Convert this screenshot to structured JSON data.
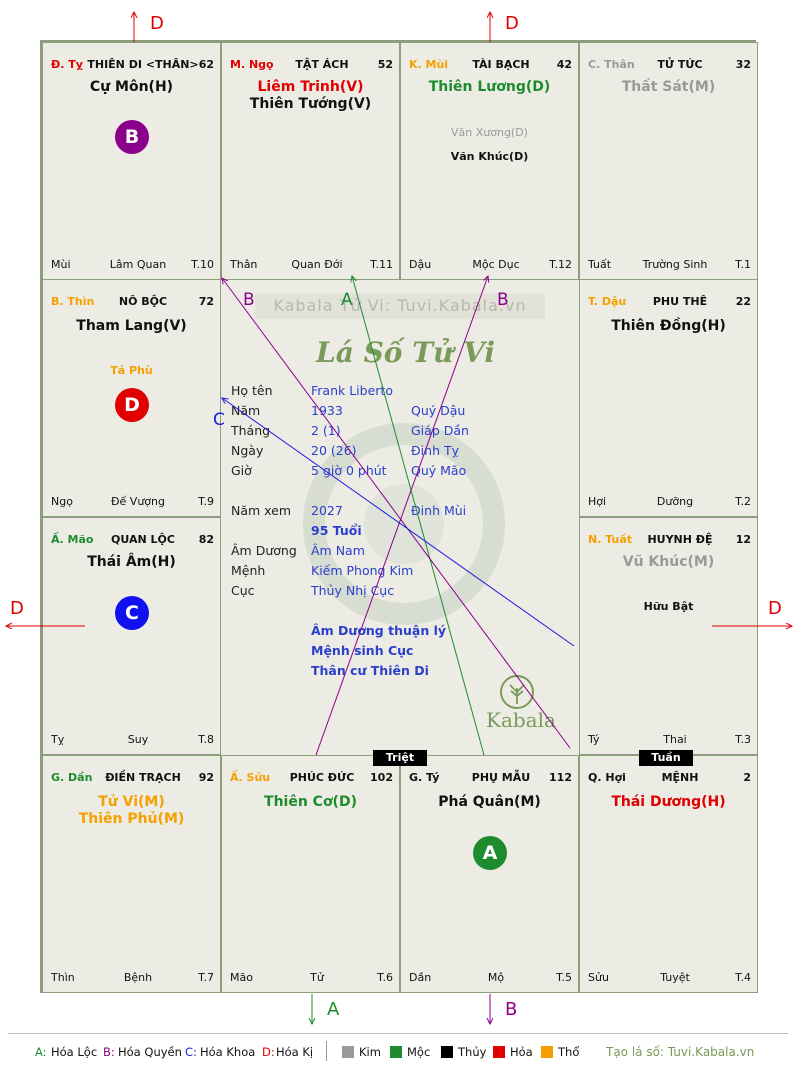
{
  "colors": {
    "kim": "#999999",
    "moc": "#1e8c2e",
    "thuy": "#000000",
    "hoa": "#e00000",
    "tho": "#f5a000",
    "hoa_loc": "#1e8c2e",
    "hoa_quyen": "#8b008b",
    "hoa_khoa": "#2020e0",
    "hoa_ki": "#e00000"
  },
  "watermark": "Kabala Tử Vi: Tuvi.Kabala.vn",
  "logo_title": "Lá Số Tử Vi",
  "logo_brand": "Kabala",
  "cells": [
    {
      "branch": "Đ. Tỵ",
      "palace": "THIÊN DI <THÂN>",
      "age": "62",
      "major": [
        "Cự Môn(H)"
      ],
      "minor": [],
      "bottom_left": "Mùi",
      "bottom_center": "Lâm Quan",
      "bottom_right": "T.10",
      "circle": "B"
    },
    {
      "branch": "M. Ngọ",
      "palace": "TẬT ÁCH",
      "age": "52",
      "major": [
        "Liêm Trinh(V)",
        "Thiên Tướng(V)"
      ],
      "minor": [],
      "bottom_left": "Thân",
      "bottom_center": "Quan Đới",
      "bottom_right": "T.11"
    },
    {
      "branch": "K. Mùi",
      "palace": "TÀI BẠCH",
      "age": "42",
      "major": [
        "Thiên Lương(D)"
      ],
      "minor": [
        "Văn Xương(D)",
        "Văn Khúc(D)"
      ],
      "bottom_left": "Dậu",
      "bottom_center": "Mộc Dục",
      "bottom_right": "T.12"
    },
    {
      "branch": "C. Thân",
      "palace": "TỬ TỨC",
      "age": "32",
      "major": [
        "Thất Sát(M)"
      ],
      "minor": [],
      "bottom_left": "Tuất",
      "bottom_center": "Trường Sinh",
      "bottom_right": "T.1"
    },
    {
      "branch": "B. Thìn",
      "palace": "NÔ BỘC",
      "age": "72",
      "major": [
        "Tham Lang(V)"
      ],
      "minor": [
        "Tả Phù"
      ],
      "bottom_left": "Ngọ",
      "bottom_center": "Đế Vượng",
      "bottom_right": "T.9",
      "circle": "D"
    },
    {
      "branch": "T. Dậu",
      "palace": "PHU THÊ",
      "age": "22",
      "major": [
        "Thiên Đồng(H)"
      ],
      "minor": [],
      "bottom_left": "Hợi",
      "bottom_center": "Dưỡng",
      "bottom_right": "T.2"
    },
    {
      "branch": "Ấ. Mão",
      "palace": "QUAN LỘC",
      "age": "82",
      "major": [
        "Thái Âm(H)"
      ],
      "minor": [],
      "bottom_left": "Tỵ",
      "bottom_center": "Suy",
      "bottom_right": "T.8",
      "circle": "C"
    },
    {
      "branch": "N. Tuất",
      "palace": "HUYNH ĐỆ",
      "age": "12",
      "major": [
        "Vũ Khúc(M)"
      ],
      "minor": [
        "Hữu Bật"
      ],
      "bottom_left": "Tý",
      "bottom_center": "Thai",
      "bottom_right": "T.3"
    },
    {
      "branch": "G. Dần",
      "palace": "ĐIỀN TRẠCH",
      "age": "92",
      "major": [
        "Tử Vi(M)",
        "Thiên Phủ(M)"
      ],
      "minor": [],
      "bottom_left": "Thìn",
      "bottom_center": "Bệnh",
      "bottom_right": "T.7"
    },
    {
      "branch": "Ấ. Sửu",
      "palace": "PHÚC ĐỨC",
      "age": "102",
      "major": [
        "Thiên Cơ(D)"
      ],
      "minor": [],
      "bottom_left": "Mão",
      "bottom_center": "Tử",
      "bottom_right": "T.6"
    },
    {
      "branch": "G. Tý",
      "palace": "PHỤ MẪU",
      "age": "112",
      "major": [
        "Phá Quân(M)"
      ],
      "minor": [],
      "bottom_left": "Dần",
      "bottom_center": "Mộ",
      "bottom_right": "T.5",
      "circle": "A"
    },
    {
      "branch": "Q. Hợi",
      "palace": "MỆNH",
      "age": "2",
      "major": [
        "Thái Dương(H)"
      ],
      "minor": [],
      "bottom_left": "Sửu",
      "bottom_center": "Tuyệt",
      "bottom_right": "T.4"
    }
  ],
  "info": {
    "ho_ten_label": "Họ tên",
    "ho_ten": "Frank Liberto",
    "nam_label": "Năm",
    "nam": "1933",
    "nam_can_chi": "Quý Dậu",
    "thang_label": "Tháng",
    "thang": "2  (1)",
    "thang_can_chi": "Giáp Dần",
    "ngay_label": "Ngày",
    "ngay": "20  (26)",
    "ngay_can_chi": "Đinh Tỵ",
    "gio_label": "Giờ",
    "gio": "5 giờ 0 phút",
    "gio_can_chi": "Quý Mão",
    "nam_xem_label": "Năm xem",
    "nam_xem": "2027",
    "nam_xem_can_chi": "Đinh Mùi",
    "tuoi": "95 Tuổi",
    "am_duong_label": "Âm Dương",
    "am_duong": "Âm Nam",
    "menh_label": "Mệnh",
    "menh": "Kiếm Phong Kim",
    "cuc_label": "Cục",
    "cuc": "Thủy Nhị Cục",
    "note1": "Âm Dương thuận lý",
    "note2": "Mệnh sinh Cục",
    "note3": "Thân cư Thiên Di"
  },
  "tags": {
    "triet": "Triệt",
    "tuan": "Tuần"
  },
  "arrows": {
    "d": "D",
    "a": "A",
    "b": "B",
    "c": "C"
  },
  "legend": {
    "a": "A:",
    "a_text": "Hóa Lộc",
    "b": "B:",
    "b_text": "Hóa Quyền",
    "c": "C:",
    "c_text": "Hóa Khoa",
    "d": "D:",
    "d_text": "Hóa Kị",
    "kim": "Kim",
    "moc": "Mộc",
    "thuy": "Thủy",
    "hoa": "Hỏa",
    "tho": "Thổ",
    "link": "Tạo lá số: Tuvi.Kabala.vn"
  }
}
